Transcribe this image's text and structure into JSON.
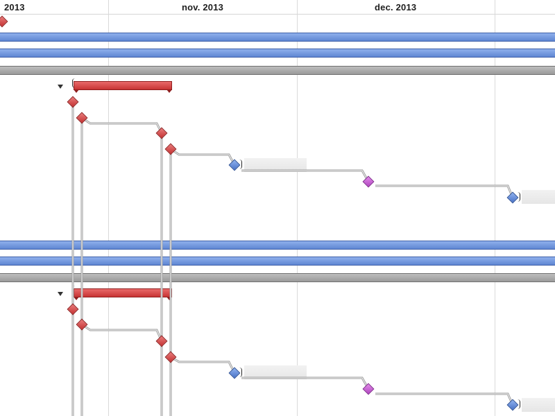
{
  "timeline": {
    "months": [
      {
        "label": "2013"
      },
      {
        "label": "nov. 2013"
      },
      {
        "label": "dec. 2013"
      }
    ]
  },
  "legend_colors": {
    "critical_task": "#c73434",
    "normal_task": "#5f86d2",
    "milestone": "#b046c0",
    "group": "#9a9a9a"
  },
  "tasks": [
    {
      "kind": "milestone-red",
      "group": 0
    },
    {
      "kind": "band-blue"
    },
    {
      "kind": "band-blue"
    },
    {
      "kind": "band-gray"
    },
    {
      "kind": "summary",
      "collapsed": false
    },
    {
      "kind": "summary",
      "collapsed": false
    }
  ]
}
